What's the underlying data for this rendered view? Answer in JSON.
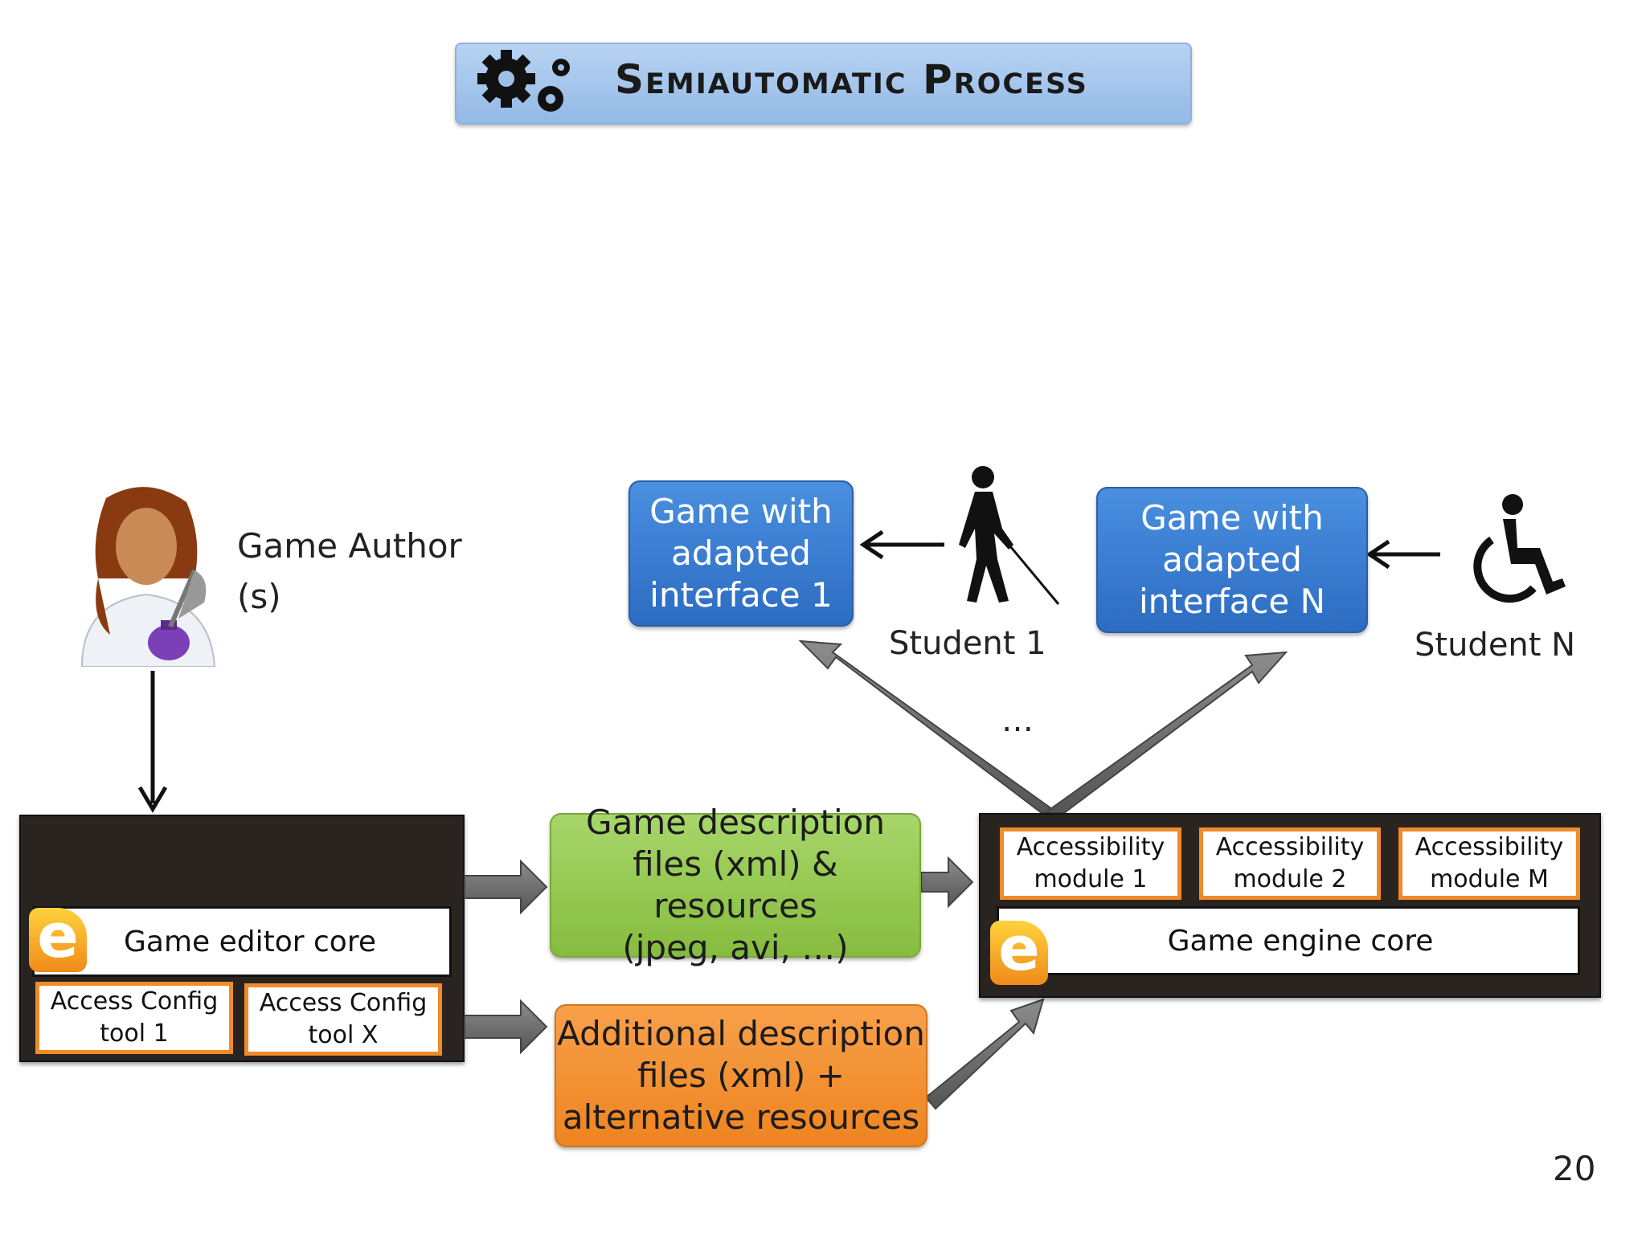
{
  "title": "Semiautomatic Process",
  "author": {
    "label_line1": "Game Author",
    "label_line2": "(s)"
  },
  "game1": {
    "line1": "Game with",
    "line2": "adapted",
    "line3": "interface 1"
  },
  "gameN": {
    "line1": "Game with",
    "line2": "adapted",
    "line3": "interface N"
  },
  "student1": "Student 1",
  "studentN": "Student N",
  "ellipsis": "…",
  "editor": {
    "core": "Game editor core",
    "tool1_line1": "Access Config",
    "tool1_line2": "tool 1",
    "toolX_line1": "Access Config",
    "toolX_line2": "tool X"
  },
  "description": {
    "line1": "Game description",
    "line2": "files (xml) & resources",
    "line3": "(jpeg, avi, …)"
  },
  "additional": {
    "line1": "Additional description",
    "line2": "files (xml) +",
    "line3": "alternative resources"
  },
  "engine": {
    "core": "Game engine core",
    "mod1_line1": "Accessibility",
    "mod1_line2": "module 1",
    "mod2_line1": "Accessibility",
    "mod2_line2": "module 2",
    "modM_line1": "Accessibility",
    "modM_line2": "module M"
  },
  "page_number": "20",
  "icons": [
    "gears-icon",
    "author-icon",
    "blind-person-icon",
    "wheelchair-icon",
    "e-logo-icon"
  ]
}
